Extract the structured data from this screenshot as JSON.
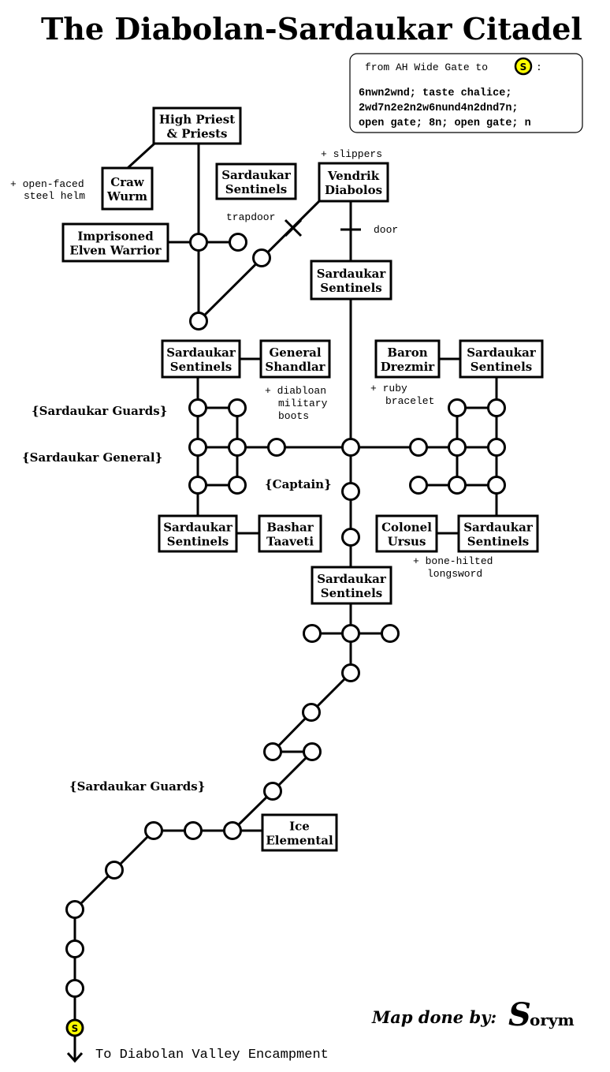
{
  "title": "The Diabolan-Sardaukar Citadel",
  "route": {
    "header": "from AH Wide Gate to",
    "start_marker": "S",
    "colon": ":",
    "lines": [
      "6nwn2wnd; taste chalice;",
      "2wd7n2e2n2w6nund4n2dnd7n;",
      "open gate; 8n; open gate; n"
    ]
  },
  "rooms": {
    "high_priest": [
      "High Priest",
      "& Priests"
    ],
    "craw_wurm": [
      "Craw",
      "Wurm"
    ],
    "imprisoned": [
      "Imprisoned",
      "Elven Warrior"
    ],
    "sentinels_top": [
      "Sardaukar",
      "Sentinels"
    ],
    "vendrik": [
      "Vendrik",
      "Diabolos"
    ],
    "sentinels_mid": [
      "Sardaukar",
      "Sentinels"
    ],
    "sentinels_ul": [
      "Sardaukar",
      "Sentinels"
    ],
    "general_shandlar": [
      "General",
      "Shandlar"
    ],
    "baron": [
      "Baron",
      "Drezmir"
    ],
    "sentinels_ur": [
      "Sardaukar",
      "Sentinels"
    ],
    "sentinels_ll": [
      "Sardaukar",
      "Sentinels"
    ],
    "bashar": [
      "Bashar",
      "Taaveti"
    ],
    "colonel": [
      "Colonel",
      "Ursus"
    ],
    "sentinels_lr": [
      "Sardaukar",
      "Sentinels"
    ],
    "sentinels_low": [
      "Sardaukar",
      "Sentinels"
    ],
    "ice_elemental": [
      "Ice",
      "Elemental"
    ]
  },
  "items": {
    "helm": [
      "+ open-faced",
      "steel helm"
    ],
    "slippers": "+ slippers",
    "boots": [
      "+ diabloan",
      "military",
      "boots"
    ],
    "bracelet": [
      "+ ruby",
      "bracelet"
    ],
    "longsword": [
      "+ bone-hilted",
      "longsword"
    ]
  },
  "annotations": {
    "trapdoor": "trapdoor",
    "door": "door",
    "guards_upper": "{Sardaukar Guards}",
    "general": "{Sardaukar General}",
    "captain": "{Captain}",
    "guards_lower": "{Sardaukar Guards}"
  },
  "start_marker": "S",
  "exit_label": "To Diabolan Valley Encampment",
  "credit": "Map done by:",
  "signature": "Sorym",
  "colors": {
    "start": "#ffff00",
    "ink": "#000000"
  }
}
